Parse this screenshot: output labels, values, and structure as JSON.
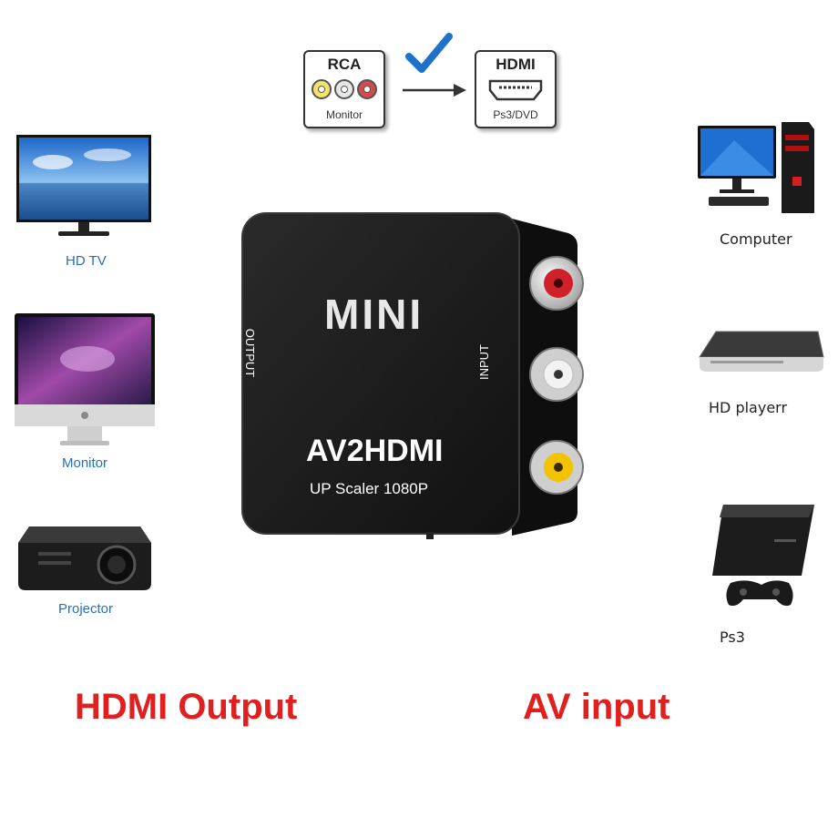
{
  "diagram": {
    "source": {
      "title": "RCA",
      "subtitle": "Monitor"
    },
    "target": {
      "title": "HDMI",
      "subtitle": "Ps3/DVD"
    }
  },
  "outputs": [
    {
      "label": "HD TV",
      "icon": "hd-tv-icon"
    },
    {
      "label": "Monitor",
      "icon": "monitor-icon"
    },
    {
      "label": "Projector",
      "icon": "projector-icon"
    }
  ],
  "inputs": [
    {
      "label": "Computer",
      "icon": "computer-icon"
    },
    {
      "label": "HD playerr",
      "icon": "hd-player-icon"
    },
    {
      "label": "Ps3",
      "icon": "ps3-icon"
    }
  ],
  "device": {
    "brand": "MINI",
    "model": "AV2HDMI",
    "tagline": "UP Scaler 1080P",
    "left_side": "OUTPUT",
    "right_side": "INPUT",
    "jack_colors": [
      "#d0202a",
      "#f2f2f2",
      "#f2c400"
    ]
  },
  "captions": {
    "left": "HDMI Output",
    "right": "AV input"
  },
  "colors": {
    "caption": "#e01f1f",
    "output_label": "#2a6fb4",
    "check": "#1e73c8"
  }
}
